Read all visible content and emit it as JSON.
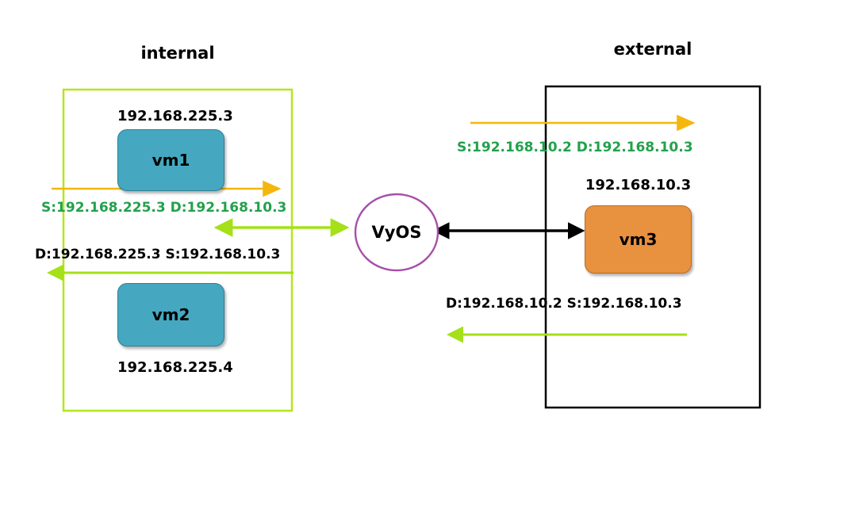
{
  "diagram": {
    "title_internal": "internal",
    "title_external": "external",
    "colors": {
      "zone_internal_border": "#b5e61d",
      "zone_external_border": "#000000",
      "vm_teal_fill": "#45a8c0",
      "vm_teal_border": "#2f7e93",
      "vm_orange_fill": "#e8913f",
      "vm_orange_border": "#b96c26",
      "router_border": "#a84fa8",
      "arrow_orange": "#f5b60d",
      "arrow_green": "#a5e019",
      "arrow_black": "#000000",
      "label_green": "#22a14c",
      "label_black": "#000000"
    },
    "zones": [
      {
        "name": "internal",
        "label": "internal"
      },
      {
        "name": "external",
        "label": "external"
      }
    ],
    "nodes": [
      {
        "id": "vm1",
        "label": "vm1",
        "ip": "192.168.225.3",
        "zone": "internal",
        "kind": "vm"
      },
      {
        "id": "vm2",
        "label": "vm2",
        "ip": "192.168.225.4",
        "zone": "internal",
        "kind": "vm"
      },
      {
        "id": "vm3",
        "label": "vm3",
        "ip": "192.168.10.3",
        "zone": "external",
        "kind": "vm"
      },
      {
        "id": "router",
        "label": "VyOS",
        "zone": "center",
        "kind": "router"
      }
    ],
    "flows": [
      {
        "id": "internal-out",
        "label": "S:192.168.225.3 D:192.168.10.3",
        "color": "green",
        "direction": "right",
        "side": "internal"
      },
      {
        "id": "internal-in",
        "label": "D:192.168.225.3 S:192.168.10.3",
        "color": "black",
        "direction": "left",
        "side": "internal"
      },
      {
        "id": "external-out",
        "label": "S:192.168.10.2 D:192.168.10.3",
        "color": "green",
        "direction": "right",
        "side": "external"
      },
      {
        "id": "external-in",
        "label": "D:192.168.10.2 S:192.168.10.3",
        "color": "black",
        "direction": "left",
        "side": "external"
      }
    ]
  }
}
